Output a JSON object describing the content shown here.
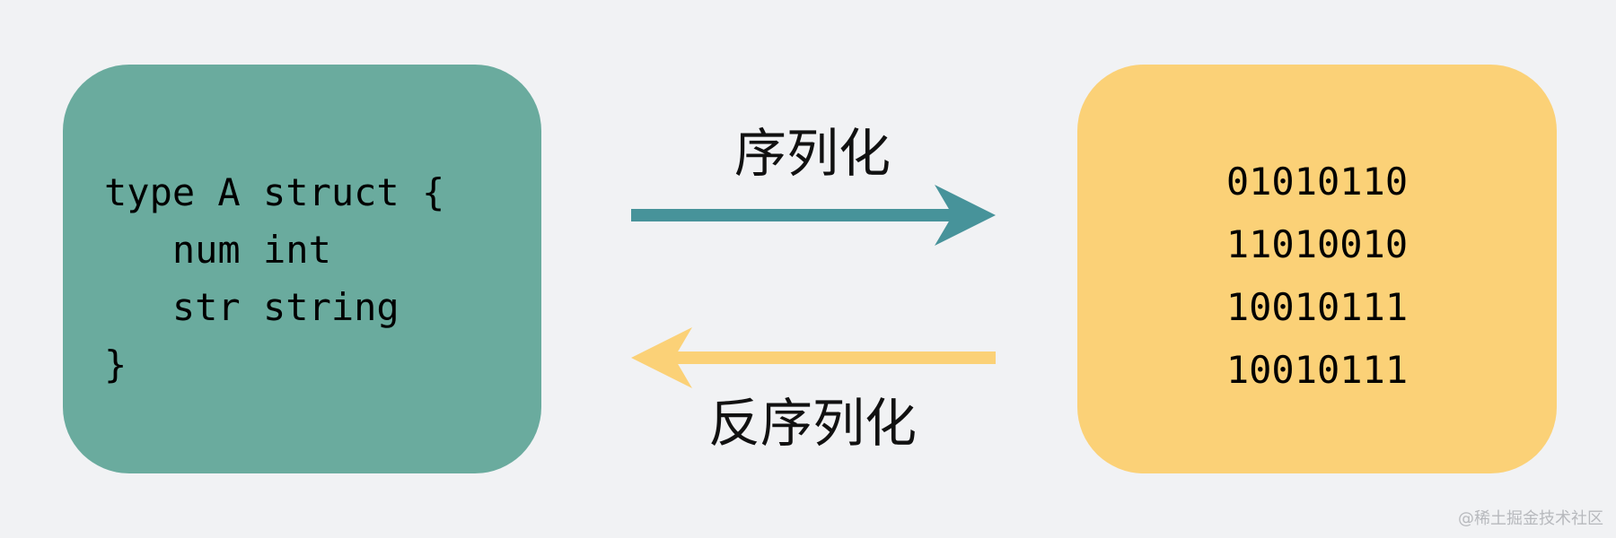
{
  "struct_box": {
    "fill": "#6aab9e",
    "lines": [
      "type A struct {",
      "   num int",
      "   str string",
      "}"
    ]
  },
  "binary_box": {
    "fill": "#fbd177",
    "lines": [
      "01010110",
      "11010010",
      "10010111",
      "10010111"
    ]
  },
  "serialize": {
    "label": "序列化",
    "color": "#47939a"
  },
  "deserialize": {
    "label": "反序列化",
    "color": "#fbd177"
  },
  "watermark": "@稀土掘金技术社区"
}
